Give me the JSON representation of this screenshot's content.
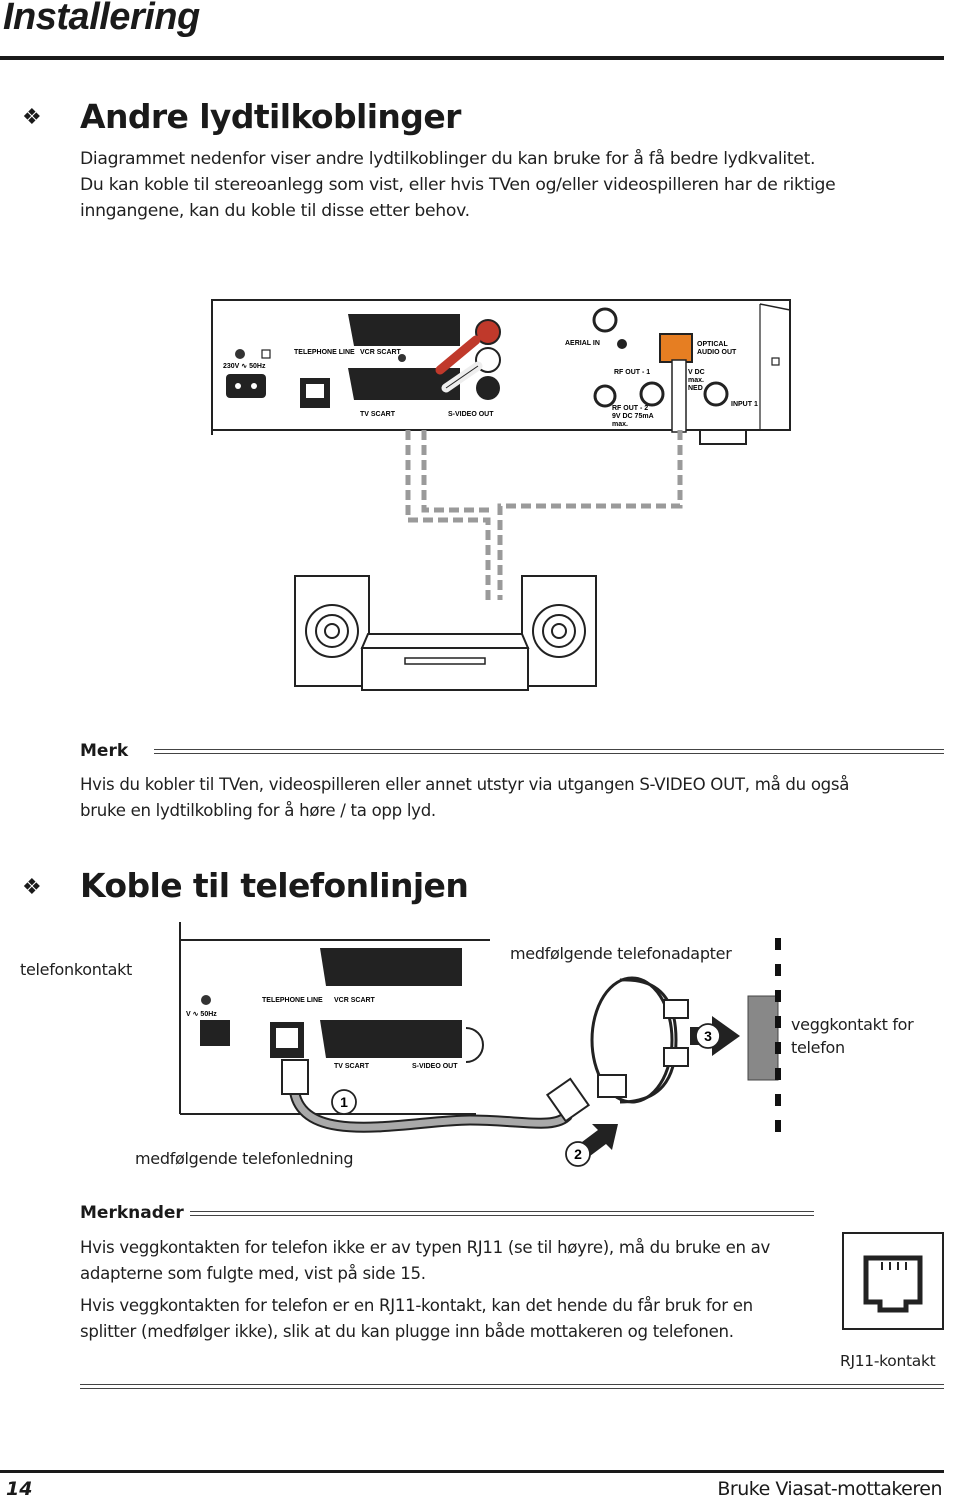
{
  "header": {
    "title": "Installering"
  },
  "section_audio": {
    "heading": "Andre lydtilkoblinger",
    "body_lines": [
      "Diagrammet nedenfor viser andre lydtilkoblinger du kan bruke for å få bedre lydkvalitet.",
      "Du kan koble til stereoanlegg som vist, eller hvis TVen og/eller videospilleren har de riktige",
      "inngangene, kan du koble til disse etter behov."
    ],
    "diagram": {
      "panel_labels": {
        "power": "230V ∿ 50Hz",
        "telephone_line": "TELEPHONE LINE",
        "vcr_scart": "VCR SCART",
        "tv_scart": "TV SCART",
        "svideo_out": "S-VIDEO OUT",
        "aerial_in": "AERIAL IN",
        "optical_audio_out_1": "OPTICAL",
        "optical_audio_out_2": "AUDIO OUT",
        "rf_out_1": "RF OUT - 1",
        "rf_out_2": "RF OUT - 2",
        "rf_out_2_spec_1": "9V DC 75mA",
        "rf_out_2_spec_2": "max.",
        "spec_1": "V DC",
        "spec_2": "max.",
        "spec_3": "NED",
        "input_1": "INPUT 1"
      }
    }
  },
  "note_audio": {
    "label": "Merk",
    "lines": [
      "Hvis du kobler til TVen, videospilleren eller annet utstyr via utgangen S-VIDEO OUT, må du også",
      "bruke en lydtilkobling for å høre / ta opp lyd."
    ]
  },
  "section_phone": {
    "heading": "Koble til telefonlinjen",
    "labels": {
      "phone_jack": "telefonkontakt",
      "adapter": "medfølgende telefonadapter",
      "wall_socket_1": "veggkontakt for",
      "wall_socket_2": "telefon",
      "cable": "medfølgende telefonledning"
    },
    "steps": [
      "1",
      "2",
      "3"
    ],
    "panel_labels": {
      "power": "V ∿ 50Hz",
      "telephone_line": "TELEPHONE LINE",
      "vcr_scart": "VCR SCART",
      "tv_scart": "TV SCART",
      "svideo_out": "S-VIDEO OUT"
    }
  },
  "notes_phone": {
    "label": "Merknader",
    "para1": [
      "Hvis veggkontakten for telefon ikke er av typen RJ11 (se til høyre), må du bruke en av",
      "adapterne som fulgte med, vist på side 15."
    ],
    "para2": [
      "Hvis veggkontakten for telefon er en RJ11-kontakt, kan det hende du får bruk for en",
      "splitter (medfølger ikke), slik at du kan plugge inn både mottakeren og telefonen."
    ],
    "rj11_caption": "RJ11-kontakt"
  },
  "footer": {
    "page_number": "14",
    "title": "Bruke Viasat-mottakeren"
  },
  "colors": {
    "text": "#1a1a1a",
    "plug_red": "#c0392b",
    "optical_orange": "#e67e22",
    "cable_gray": "#9a9a9a"
  }
}
